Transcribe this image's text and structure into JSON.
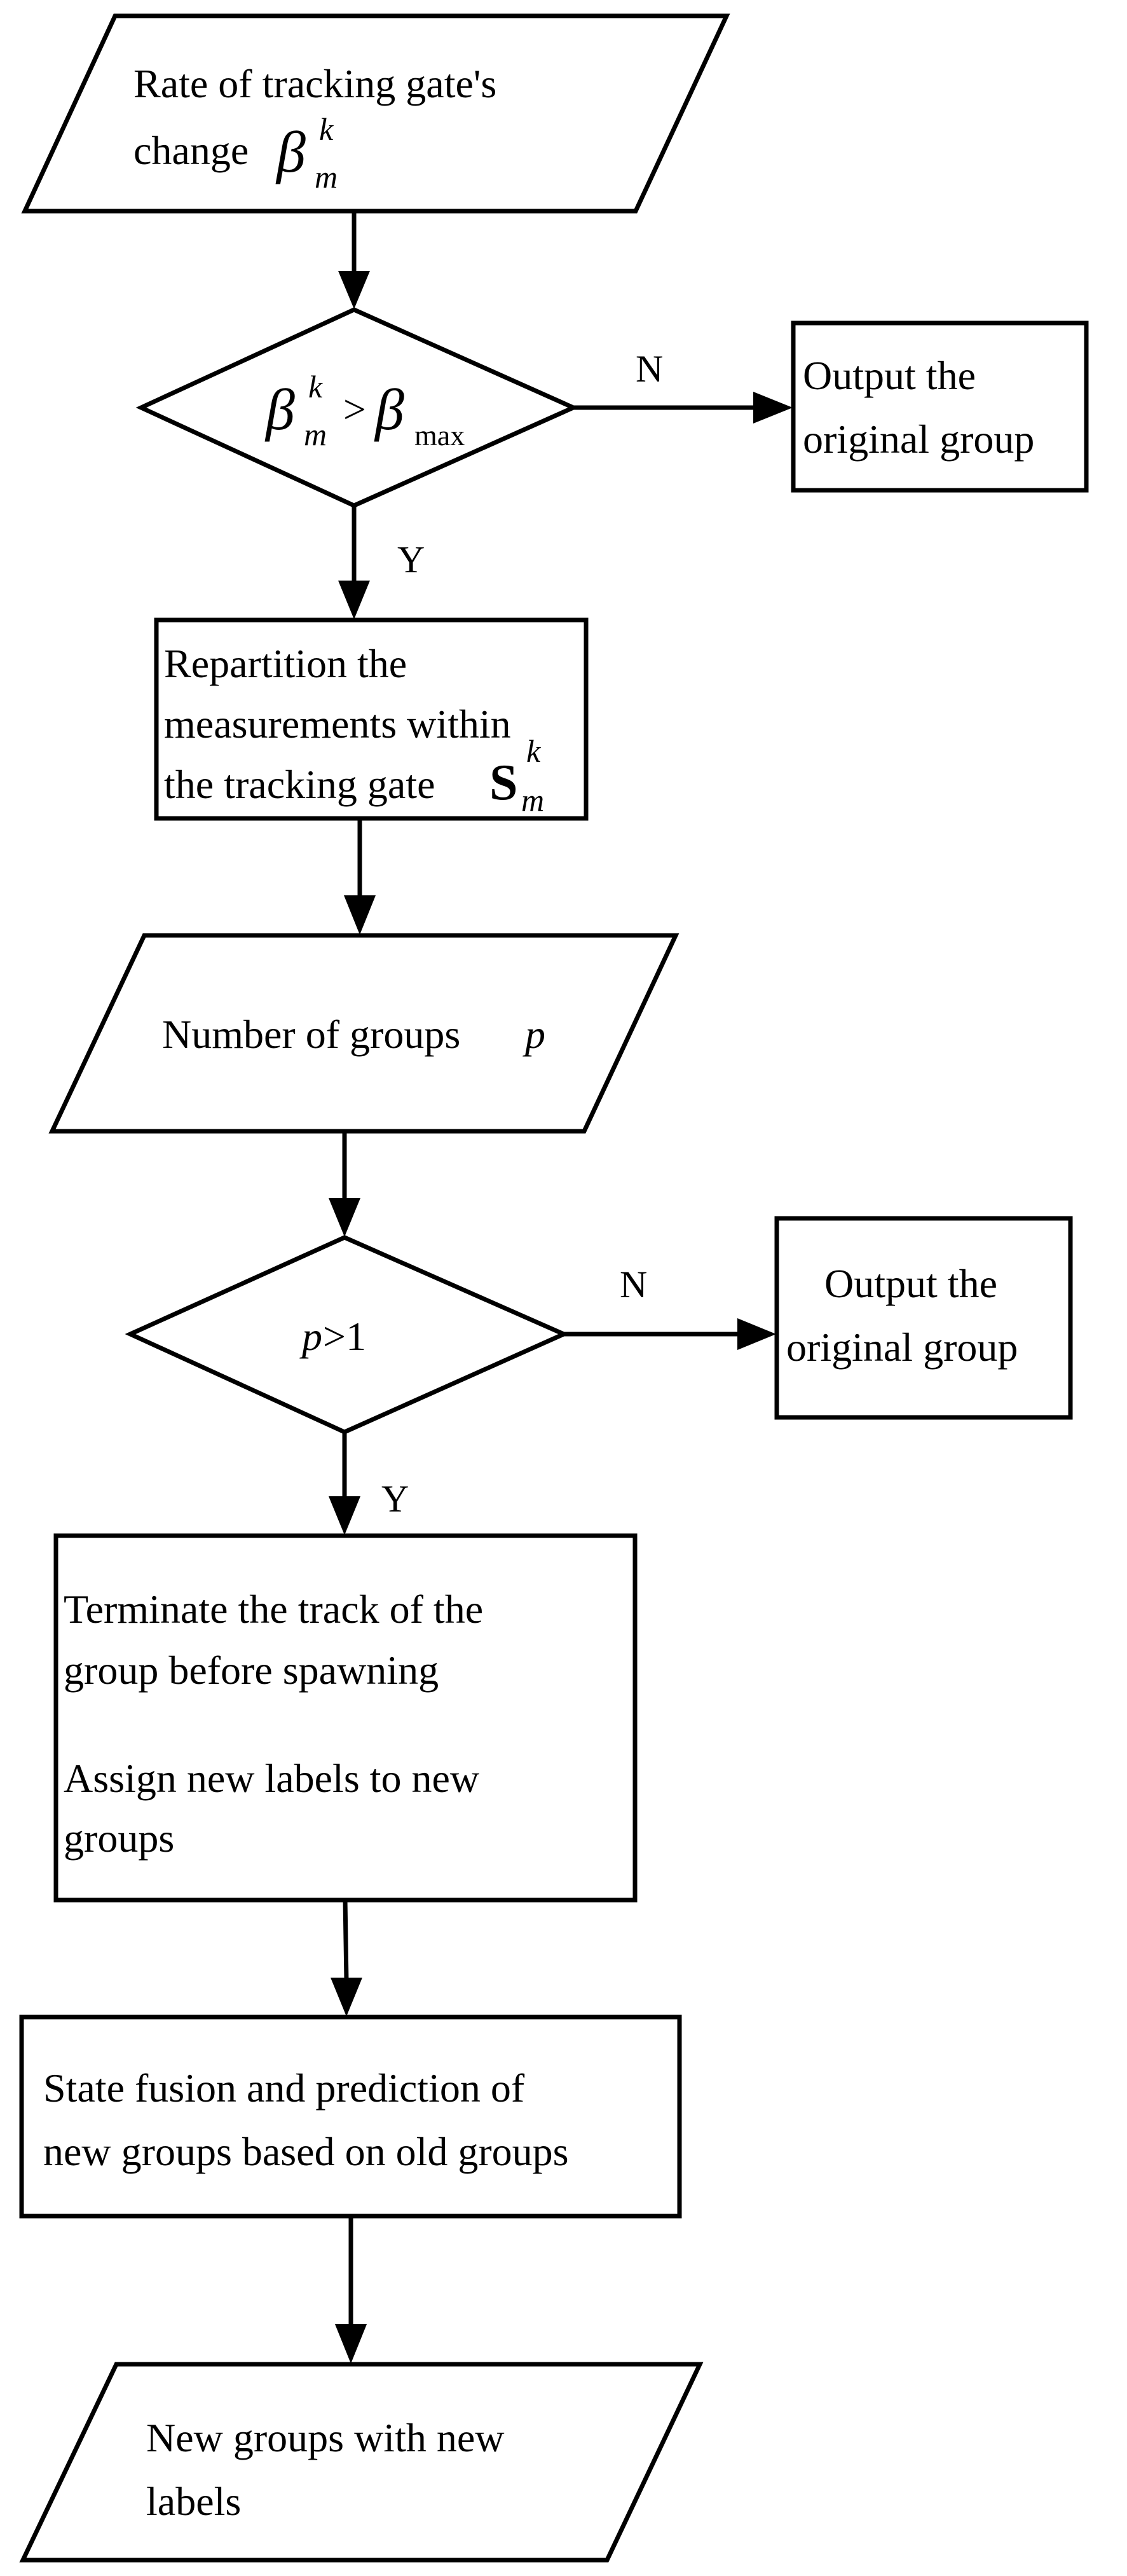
{
  "nodes": {
    "input_rate": {
      "line1": "Rate of tracking gate's",
      "line2": "change",
      "math": {
        "base": "β",
        "sup": "k",
        "sub": "m"
      }
    },
    "decision_beta": {
      "lhs": {
        "base": "β",
        "sup": "k",
        "sub": "m"
      },
      "op": ">",
      "rhs": {
        "base": "β",
        "sub": "max"
      }
    },
    "output_original_1": {
      "line1": "Output the",
      "line2": "original group"
    },
    "process_repartition": {
      "line1": "Repartition the",
      "line2": "measurements within",
      "line3": "the tracking gate",
      "math": {
        "base": "S",
        "sup": "k",
        "sub": "m"
      }
    },
    "input_groups": {
      "text": "Number of groups",
      "var": "p"
    },
    "decision_p": {
      "var": "p",
      "rest": ">1"
    },
    "output_original_2": {
      "line1": "Output the",
      "line2": "original group"
    },
    "process_terminate": {
      "para1": [
        "Terminate the track of the",
        "group before spawning"
      ],
      "para2": [
        "Assign new labels to new",
        "groups"
      ]
    },
    "process_fusion": {
      "line1": "State fusion and prediction of",
      "line2": "new groups based on old groups"
    },
    "output_new_groups": {
      "line1": "New groups with new",
      "line2": "labels"
    }
  },
  "edge_labels": {
    "decision1_no": "N",
    "decision1_yes": "Y",
    "decision2_no": "N",
    "decision2_yes": "Y"
  }
}
